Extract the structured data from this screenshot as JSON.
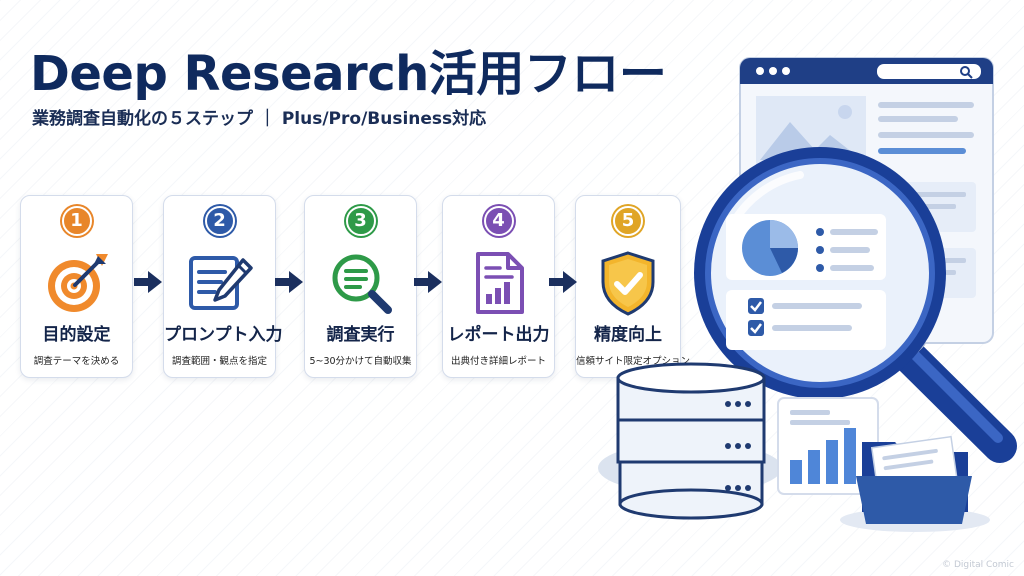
{
  "title": "Deep Research活用フロー",
  "subtitle": "業務調査自動化の５ステップ ｜ Plus/Pro/Business対応",
  "steps": [
    {
      "num": "1",
      "title": "目的設定",
      "desc": "調査テーマを決める",
      "color": "#e8862a",
      "icon": "target-icon"
    },
    {
      "num": "2",
      "title": "プロンプト入力",
      "desc": "調査範囲・観点を指定",
      "color": "#2e5aa8",
      "icon": "document-pencil-icon"
    },
    {
      "num": "3",
      "title": "調査実行",
      "desc": "5~30分かけて自動収集",
      "color": "#2e9a48",
      "icon": "magnifier-icon"
    },
    {
      "num": "4",
      "title": "レポート出力",
      "desc": "出典付き詳細レポート",
      "color": "#7b4fb3",
      "icon": "report-chart-icon"
    },
    {
      "num": "5",
      "title": "精度向上",
      "desc": "信頼サイト限定オプション",
      "color": "#e0a526",
      "icon": "shield-check-icon"
    }
  ],
  "watermark": "© Digital Comic"
}
